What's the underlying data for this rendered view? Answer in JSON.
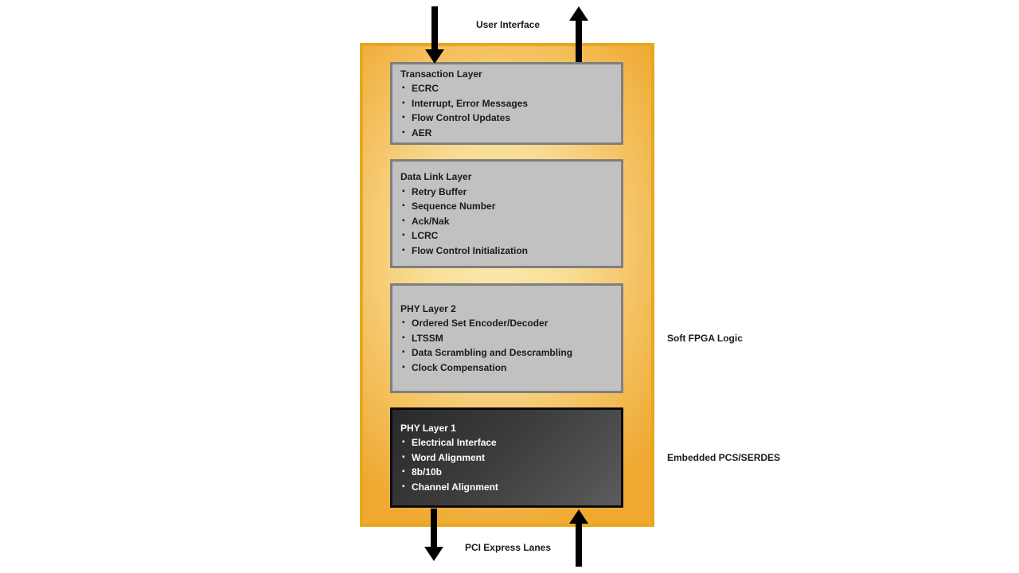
{
  "top_flow_label": "User Interface",
  "bottom_flow_label": "PCI Express Lanes",
  "side_labels": {
    "soft_fpga_logic": "Soft FPGA Logic",
    "embedded_pcs_serdes": "Embedded PCS/SERDES"
  },
  "boxes": [
    {
      "title": "Transaction Layer",
      "variant": "light",
      "items": [
        "ECRC",
        "Interrupt, Error Messages",
        "Flow Control Updates",
        "AER"
      ]
    },
    {
      "title": "Data Link Layer",
      "variant": "light",
      "items": [
        "Retry Buffer",
        "Sequence Number",
        "Ack/Nak",
        "LCRC",
        "Flow Control Initialization"
      ]
    },
    {
      "title": "PHY Layer 2",
      "variant": "light",
      "items": [
        "Ordered Set Encoder/Decoder",
        "LTSSM",
        "Data Scrambling and Descrambling",
        "Clock Compensation"
      ]
    },
    {
      "title": "PHY Layer 1",
      "variant": "dark",
      "items": [
        "Electrical Interface",
        "Word Alignment",
        "8b/10b",
        "Channel Alignment"
      ]
    }
  ],
  "colors": {
    "container_border": "#e7a71f",
    "container_fill_center": "#fbe9b0",
    "container_fill_edge": "#efa830",
    "light_box_fill": "#c1c1c1",
    "light_box_border": "#7f7f7f",
    "dark_box_fill_start": "#2a2a2a",
    "dark_box_fill_end": "#5c5c5c",
    "dark_box_border": "#0a0a0a",
    "arrow": "#000000",
    "text": "#1a1a1a",
    "dark_box_text": "#ffffff"
  }
}
